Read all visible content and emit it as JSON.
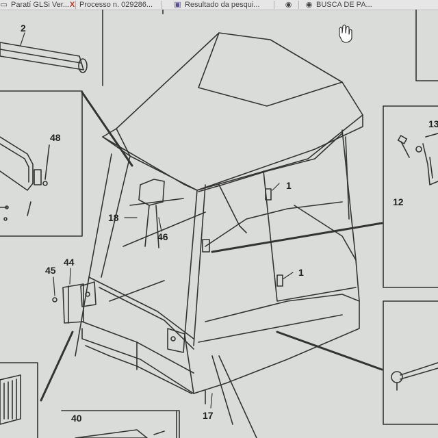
{
  "tabs": [
    {
      "icon": "page-icon",
      "label": "Paratí GLSi Ver..."
    },
    {
      "icon": "x-logo-icon",
      "label": "Processo n. 029286..."
    },
    {
      "icon": "page-icon",
      "label": "Resultado da pesqui..."
    },
    {
      "icon": "globe-icon",
      "label": ""
    },
    {
      "icon": "globe-icon",
      "label": "BUSCA DE PA..."
    }
  ],
  "callouts": {
    "c2": "2",
    "c48": "48",
    "c13": "13",
    "c12": "12",
    "c1a": "1",
    "c1b": "1",
    "c18": "18",
    "c46": "46",
    "c45": "45",
    "c44": "44",
    "c17": "17",
    "c40": "40"
  },
  "colors": {
    "paper": "#d9dcd8",
    "line": "#333333",
    "tabbar": "#e6e6e6"
  }
}
